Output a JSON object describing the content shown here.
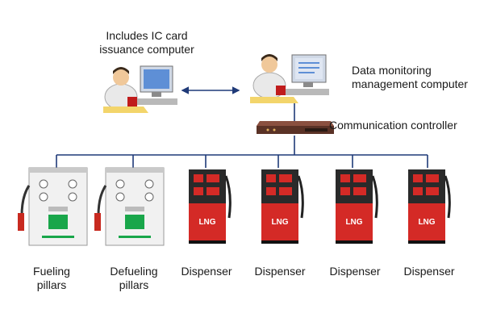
{
  "nodes": {
    "ic_computer": {
      "label_line1": "Includes IC card",
      "label_line2": "issuance computer",
      "icon": "person-at-computer-icon"
    },
    "monitor_computer": {
      "label_line1": "Data monitoring",
      "label_line2": "management computer",
      "icon": "person-at-computer-icon"
    },
    "controller": {
      "label": "Communication controller",
      "icon": "rack-device-icon"
    }
  },
  "devices": [
    {
      "type": "fueling-pillar",
      "label_line1": "Fueling",
      "label_line2": "pillars"
    },
    {
      "type": "fueling-pillar",
      "label_line1": "Defueling",
      "label_line2": "pillars"
    },
    {
      "type": "lng-dispenser",
      "label_line1": "Dispenser",
      "label_line2": "",
      "badge": "LNG"
    },
    {
      "type": "lng-dispenser",
      "label_line1": "Dispenser",
      "label_line2": "",
      "badge": "LNG"
    },
    {
      "type": "lng-dispenser",
      "label_line1": "Dispenser",
      "label_line2": "",
      "badge": "LNG"
    },
    {
      "type": "lng-dispenser",
      "label_line1": "Dispenser",
      "label_line2": "",
      "badge": "LNG"
    }
  ],
  "colors": {
    "line": "#1f3a78",
    "dispenser_red": "#d42a26",
    "dispenser_dark": "#2a2a2a",
    "pillar_white": "#f1f1f1",
    "pillar_green": "#19a64a"
  }
}
